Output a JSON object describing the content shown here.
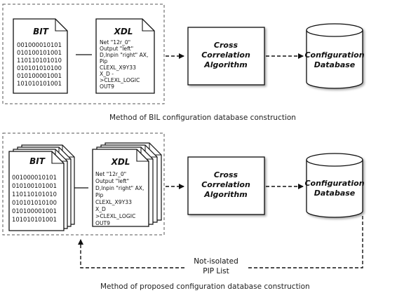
{
  "top": {
    "bit_title": "BIT",
    "bit_lines": [
      "001000010101",
      "010100101001",
      "110110101010",
      "010101010100",
      "010100001001",
      "101010101001"
    ],
    "xdl_title": "XDL",
    "xdl_lines": [
      "Net \"12r_0\"",
      "Output \"left\"",
      "D,lnpin \"right\" AX,",
      "Pip",
      "CLEXL_X9Y33",
      "X_D -",
      ">CLEXL_LOGIC",
      "OUT9"
    ],
    "algorithm_label": [
      "Cross",
      "Correlation",
      "Algorithm"
    ],
    "database_label": [
      "Configuration",
      "Database"
    ],
    "caption": "Method of BIL configuration database construction"
  },
  "bottom": {
    "bit_title": "BIT",
    "bit_lines": [
      "001000010101",
      "010100101001",
      "110110101010",
      "010101010100",
      "010100001001",
      "101010101001"
    ],
    "xdl_title": "XDL",
    "xdl_lines": [
      "Net \"12r_0\"",
      "Output \"left\"",
      "D,lnpin \"right\" AX,",
      "Pip",
      "CLEXL_X9Y33",
      "X_D",
      ">CLEXL_LOGIC",
      "OUT9"
    ],
    "algorithm_label": [
      "Cross",
      "Correlation",
      "Algorithm"
    ],
    "database_label": [
      "Configuration",
      "Database"
    ],
    "feedback_label": [
      "Not-isolated",
      "PIP List"
    ],
    "caption": "Method of proposed configuration database construction"
  }
}
